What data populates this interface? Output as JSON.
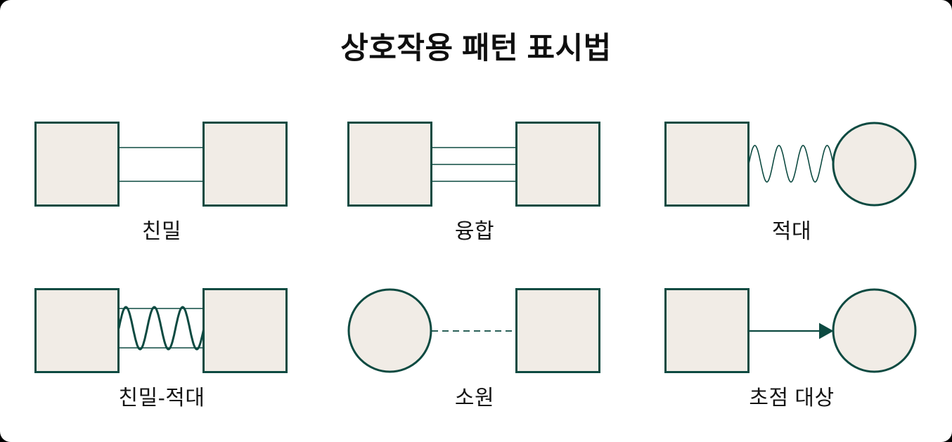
{
  "page": {
    "title": "상호작용 패턴 표시법"
  },
  "colors": {
    "shape_stroke": "#0d4a41",
    "shape_fill": "#f1ece6",
    "text": "#141414",
    "canvas_background": "#ffffff"
  },
  "patterns": [
    {
      "id": "intimate",
      "label": "친밀",
      "left_shape": "square",
      "right_shape": "square",
      "connector": "double-line"
    },
    {
      "id": "fusion",
      "label": "융합",
      "left_shape": "square",
      "right_shape": "square",
      "connector": "triple-line"
    },
    {
      "id": "hostility",
      "label": "적대",
      "left_shape": "square",
      "right_shape": "circle",
      "connector": "wavy-line"
    },
    {
      "id": "intimate-hostility",
      "label": "친밀-적대",
      "left_shape": "square",
      "right_shape": "square",
      "connector": "wavy-between-lines"
    },
    {
      "id": "distant",
      "label": "소원",
      "left_shape": "circle",
      "right_shape": "square",
      "connector": "dashed-line"
    },
    {
      "id": "focus-target",
      "label": "초점 대상",
      "left_shape": "square",
      "right_shape": "circle",
      "connector": "arrow-line"
    }
  ]
}
